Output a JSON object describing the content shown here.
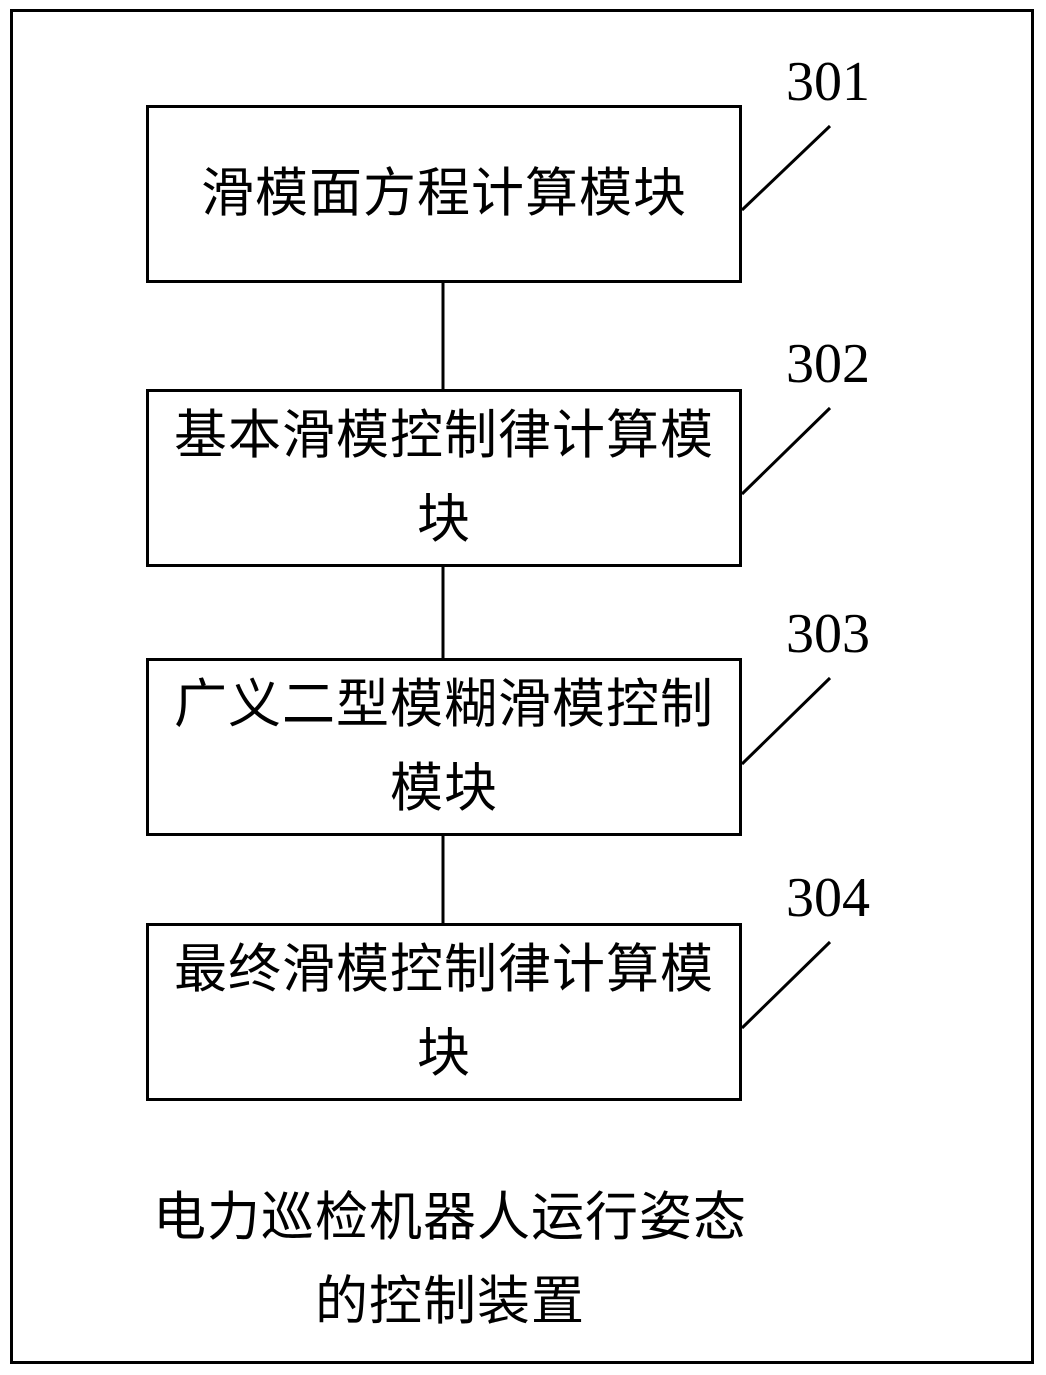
{
  "modules": [
    {
      "id": "301",
      "label": "滑模面方程计算模块"
    },
    {
      "id": "302",
      "label": "基本滑模控制律计算模块"
    },
    {
      "id": "303",
      "label": "广义二型模糊滑模控制模块"
    },
    {
      "id": "304",
      "label": "最终滑模控制律计算模块"
    }
  ],
  "device_title": "电力巡检机器人运行姿态的控制装置",
  "colors": {
    "stroke": "#000000",
    "background": "#ffffff"
  }
}
